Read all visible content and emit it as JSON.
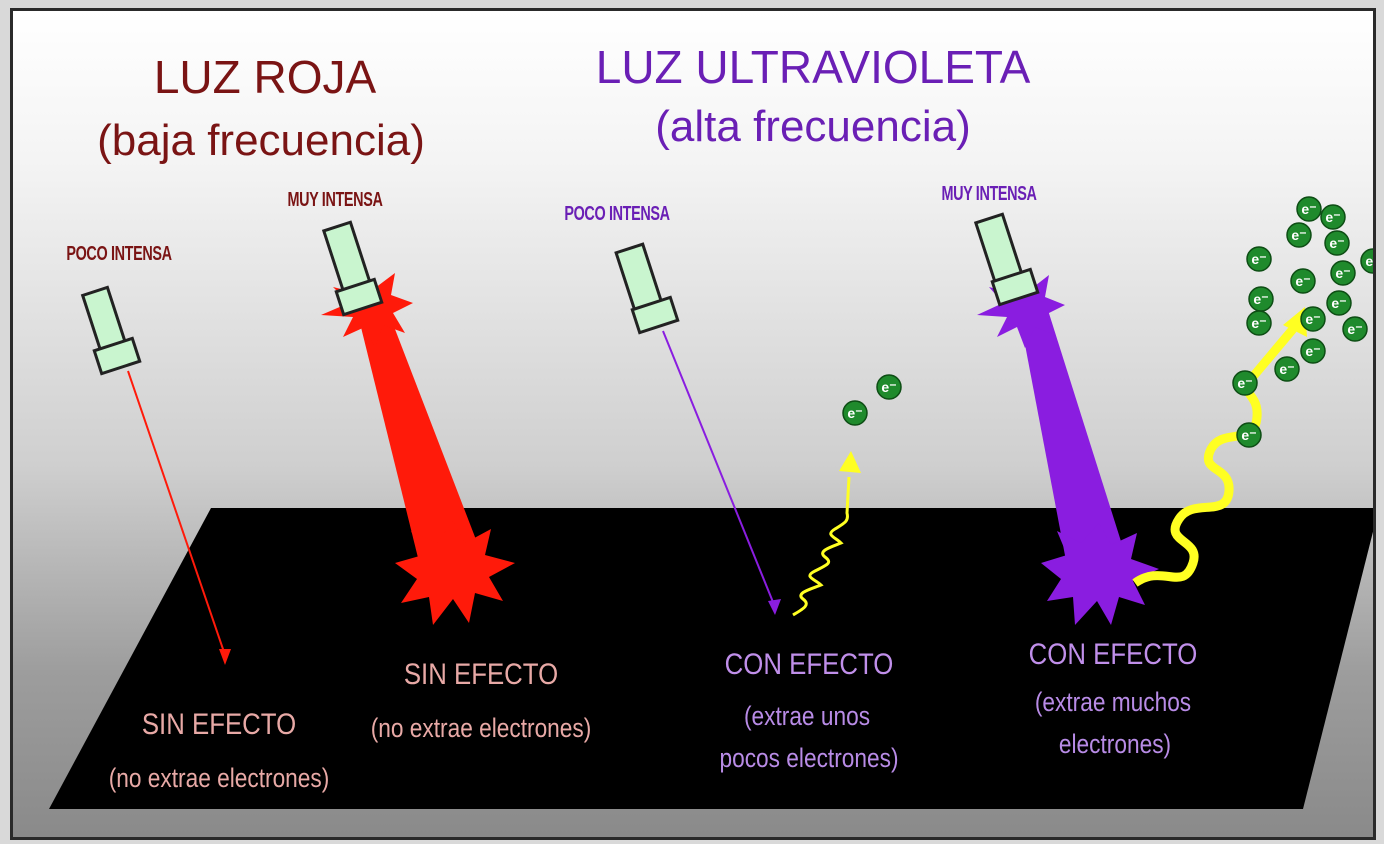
{
  "left_panel": {
    "title": "LUZ ROJA",
    "subtitle": "(baja frecuencia)",
    "lamp_weak_label": "POCO INTENSA",
    "lamp_strong_label": "MUY  INTENSA",
    "weak_result": "SIN EFECTO",
    "weak_result_note": "(no extrae electrones)",
    "strong_result": "SIN EFECTO",
    "strong_result_note": "(no extrae electrones)"
  },
  "right_panel": {
    "title": "LUZ ULTRAVIOLETA",
    "subtitle": "(alta frecuencia)",
    "lamp_weak_label": "POCO INTENSA",
    "lamp_strong_label": "MUY  INTENSA",
    "weak_result": "CON EFECTO",
    "weak_result_note_1": "(extrae unos",
    "weak_result_note_2": "pocos electrones)",
    "strong_result": "CON EFECTO",
    "strong_result_note_1": "(extrae muchos",
    "strong_result_note_2": "electrones)"
  },
  "electron_symbol": "e⁻",
  "colors": {
    "red_light": "#ff1a0a",
    "uv_light": "#8a1de0",
    "lamp_body": "#c9f5cf",
    "electron": "#1f8a2c",
    "emission_path": "#ffff22",
    "metal_plate": "#000000"
  }
}
